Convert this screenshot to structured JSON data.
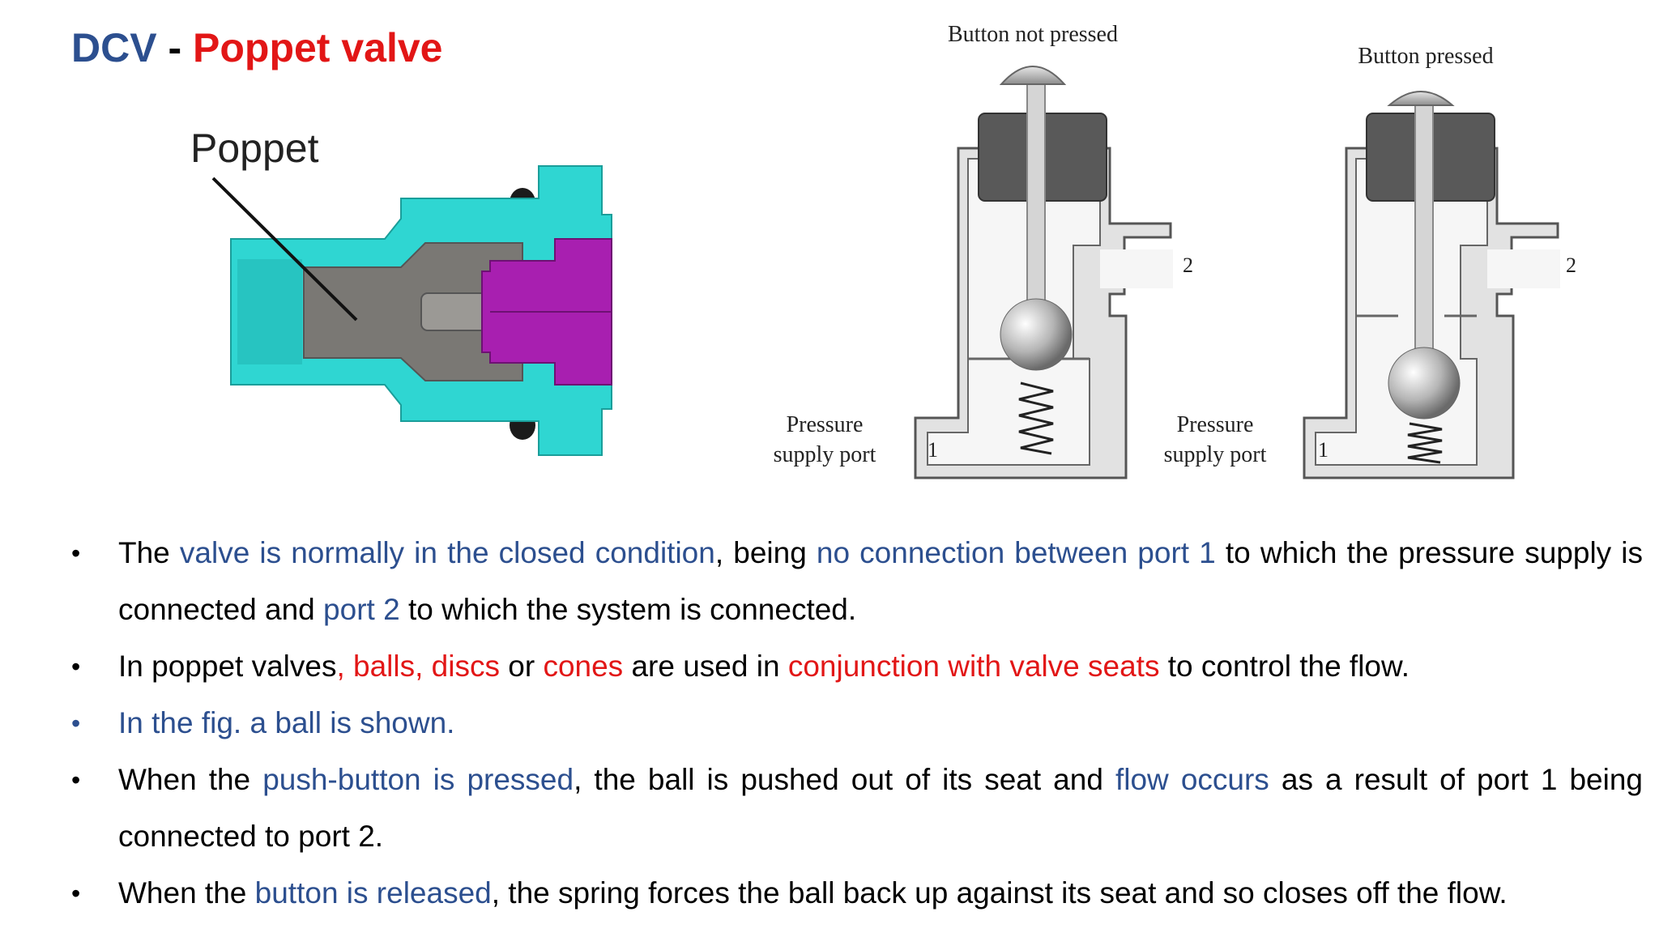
{
  "title": {
    "part1": "DCV",
    "dash": " - ",
    "part2": "Poppet valve"
  },
  "figure_left": {
    "label": "Poppet"
  },
  "figure_right": {
    "left_caption": "Button not pressed",
    "right_caption": "Button pressed",
    "port2": "2",
    "port1": "1",
    "supply_line1": "Pressure",
    "supply_line2": "supply port"
  },
  "bullets": [
    {
      "segments": [
        {
          "text": "The ",
          "c": "k"
        },
        {
          "text": "valve is normally in the closed condition",
          "c": "b"
        },
        {
          "text": ", being ",
          "c": "k"
        },
        {
          "text": "no connection between port 1",
          "c": "b"
        },
        {
          "text": " to which the pressure supply is connected and ",
          "c": "k"
        },
        {
          "text": "port 2",
          "c": "b"
        },
        {
          "text": " to which the system is connected.",
          "c": "k"
        }
      ]
    },
    {
      "segments": [
        {
          "text": "In poppet valves",
          "c": "k"
        },
        {
          "text": ", balls, discs",
          "c": "r"
        },
        {
          "text": " or ",
          "c": "k"
        },
        {
          "text": "cones",
          "c": "r"
        },
        {
          "text": " are used in ",
          "c": "k"
        },
        {
          "text": "conjunction with valve seats",
          "c": "r"
        },
        {
          "text": " to control the flow.",
          "c": "k"
        }
      ]
    },
    {
      "segments": [
        {
          "text": "In the fig. a ball is shown.",
          "c": "b"
        }
      ]
    },
    {
      "segments": [
        {
          "text": "When the ",
          "c": "k"
        },
        {
          "text": "push-button is pressed",
          "c": "b"
        },
        {
          "text": ", the ball is pushed out of its seat and ",
          "c": "k"
        },
        {
          "text": "flow occurs",
          "c": "b"
        },
        {
          "text": " as a result of port 1 being connected to port 2.",
          "c": "k"
        }
      ]
    },
    {
      "segments": [
        {
          "text": "When the ",
          "c": "k"
        },
        {
          "text": "button is released",
          "c": "b"
        },
        {
          "text": ", the spring forces the ball back up against its seat and so closes off the flow.",
          "c": "k"
        }
      ]
    }
  ],
  "colors": {
    "blue": "#2c4f8f",
    "red": "#e21616",
    "cyan": "#2fd6d2",
    "magenta": "#a81fb0",
    "gray": "#7a7874"
  }
}
